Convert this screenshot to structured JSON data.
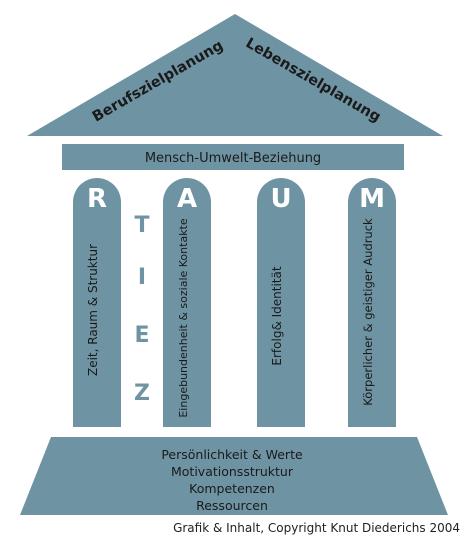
{
  "colors": {
    "slate": "#6e94a4",
    "text": "#1a1a1a",
    "letters": "#ffffff"
  },
  "roof": {
    "left_label": "Berufszielplanung",
    "right_label": "Lebenszielplanung"
  },
  "beam": {
    "label": "Mensch-Umwelt-Beziehung"
  },
  "pillars": [
    {
      "letter": "R",
      "text": "Zeit, Raum & Struktur"
    },
    {
      "letter": "A",
      "text": "Eingebundenheit & soziale Kontakte"
    },
    {
      "letter": "U",
      "text": "Erfolg& Identität"
    },
    {
      "letter": "M",
      "text": "Körperlicher & geistiger Audruck"
    }
  ],
  "zeit": [
    "Z",
    "E",
    "I",
    "T"
  ],
  "base": {
    "lines": [
      "Persönlichkeit & Werte",
      "Motivationsstruktur",
      "Kompetenzen",
      "Ressourcen"
    ]
  },
  "footer": {
    "copyright": "Grafik & Inhalt, Copyright Knut Diederichs 2004"
  }
}
